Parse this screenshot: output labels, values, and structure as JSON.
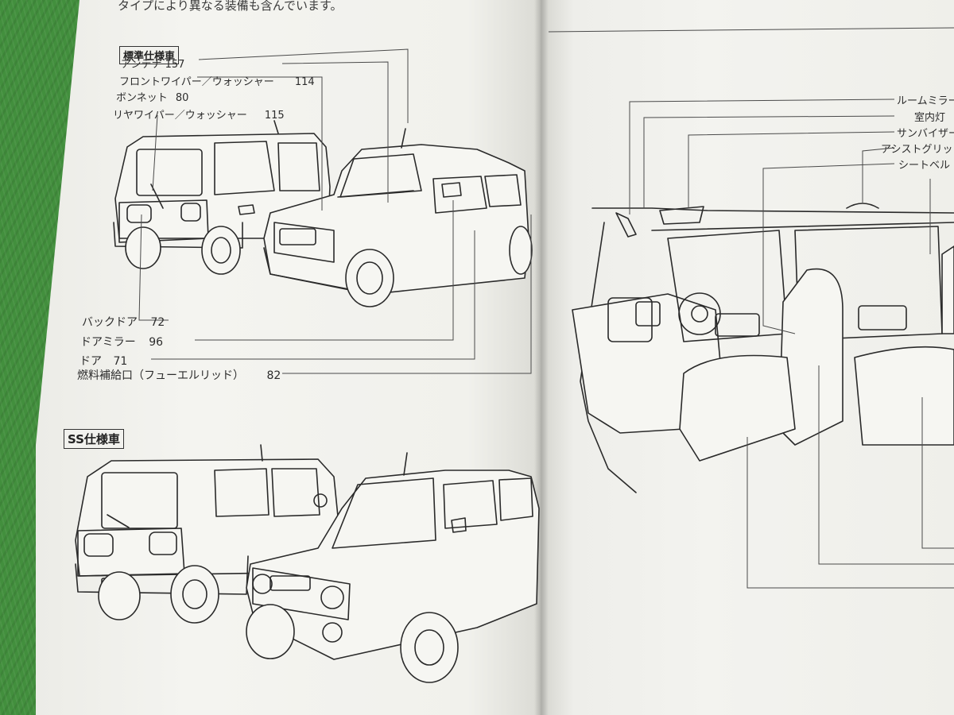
{
  "left_page": {
    "top_text": "タイプにより異なる装備も含んでいます。",
    "standard_heading": "標準仕様車",
    "ss_heading": "SS仕様車",
    "callouts": [
      {
        "label": "アンテナ",
        "page": "157"
      },
      {
        "label": "フロントワイパー／ウォッシャー",
        "page": "114"
      },
      {
        "label": "ボンネット",
        "page": "80"
      },
      {
        "label": "リヤワイパー／ウォッシャー",
        "page": "115"
      },
      {
        "label": "バックドア",
        "page": "72"
      },
      {
        "label": "ドアミラー",
        "page": "96"
      },
      {
        "label": "ドア",
        "page": "71"
      },
      {
        "label": "燃料補給口（フューエルリッド）",
        "page": "82"
      }
    ]
  },
  "right_page": {
    "callouts": [
      {
        "label": "ルームミラー"
      },
      {
        "label": "室内灯"
      },
      {
        "label": "サンバイザー"
      },
      {
        "label": "アシストグリップ"
      },
      {
        "label": "シートベル"
      }
    ]
  },
  "colors": {
    "background": "#428f3d",
    "paper": "#f2f2ee",
    "ink": "#2c2c2c"
  }
}
